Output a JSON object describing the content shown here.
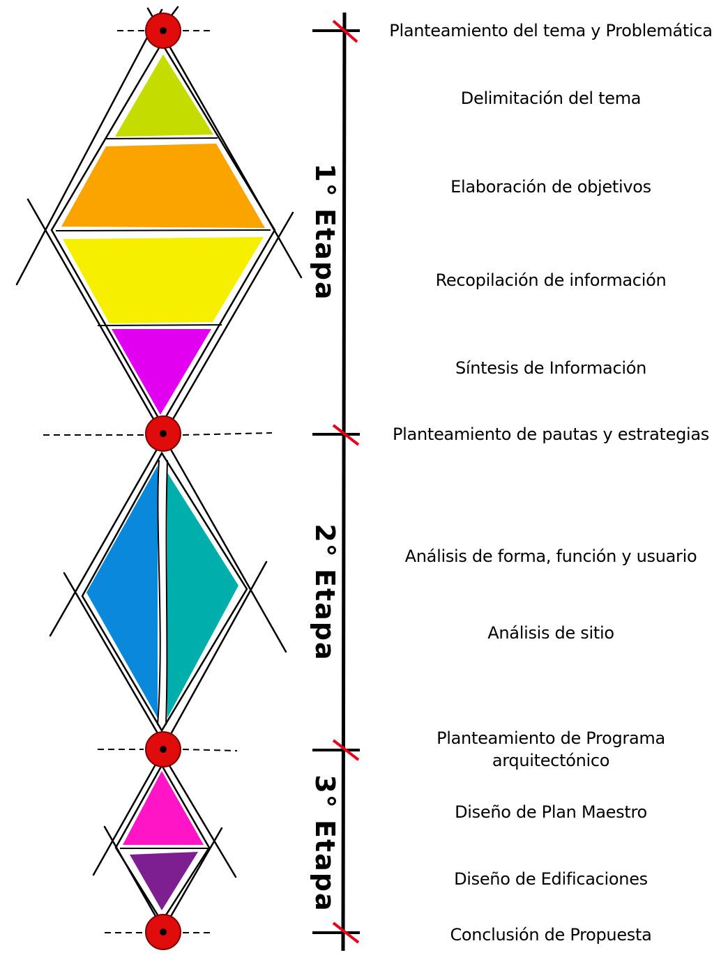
{
  "stages": [
    {
      "label": "1° Etapa"
    },
    {
      "label": "2° Etapa"
    },
    {
      "label": "3° Etapa"
    }
  ],
  "steps": [
    {
      "text": "Planteamiento del tema  y Problemática",
      "milestone": true
    },
    {
      "text": "Delimitación del tema"
    },
    {
      "text": "Elaboración de objetivos"
    },
    {
      "text": "Recopilación de información"
    },
    {
      "text": "Síntesis de Información"
    },
    {
      "text": "Planteamiento de pautas y estrategias",
      "milestone": true
    },
    {
      "text": "Análisis de forma, función y usuario"
    },
    {
      "text": "Análisis de sitio"
    },
    {
      "text": "Planteamiento de Programa",
      "text2": "arquitectónico",
      "milestone": true
    },
    {
      "text": "Diseño de Plan Maestro"
    },
    {
      "text": "Diseño de Edificaciones"
    },
    {
      "text": "Conclusión  de Propuesta",
      "milestone": true
    }
  ],
  "colors": {
    "lime": "#c5dc00",
    "orange": "#fba400",
    "yellow": "#f6f000",
    "violet": "#e100f0",
    "blue": "#0a88dc",
    "teal": "#00aeab",
    "pink": "#ff15c6",
    "purple": "#7d1f90",
    "milestone_red": "#e00b0b",
    "tick_red": "#e8001a"
  }
}
